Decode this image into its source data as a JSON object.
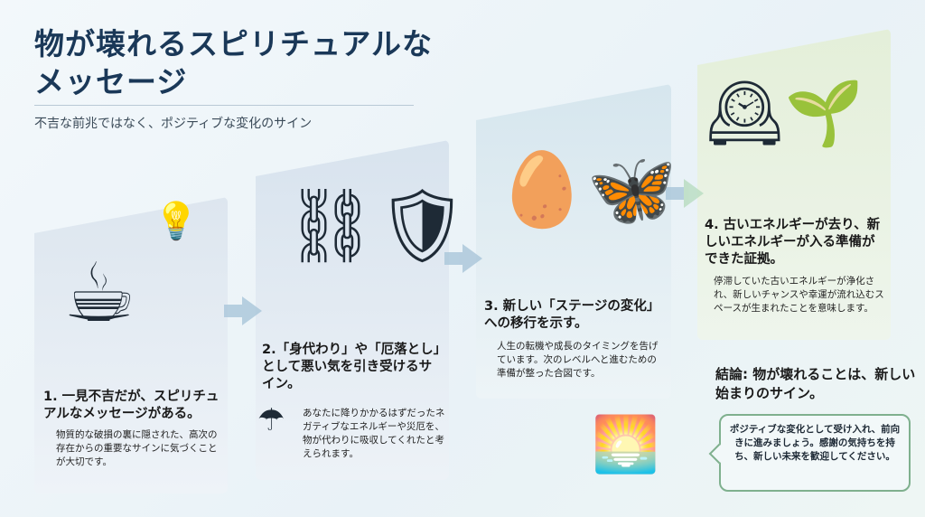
{
  "title_line1": "物が壊れるスピリチュアルな",
  "title_line2": "メッセージ",
  "subtitle": "不吉な前兆ではなく、ポジティブな変化のサイン",
  "steps": [
    {
      "heading": "1. 一見不吉だが、スピリチュアルなメッセージがある。",
      "body": "物質的な破損の裏に隠された、高次の存在からの重要なサインに気づくことが大切です。",
      "icon": "cracked-mug-icon"
    },
    {
      "heading": "2.「身代わり」や「厄落とし」として悪い気を引き受けるサイン。",
      "body": "あなたに降りかかるはずだったネガティブなエネルギーや災厄を、物が代わりに吸収してくれたと考えられます。",
      "icon": "broken-chain-shield-icon"
    },
    {
      "heading": "3. 新しい「ステージの変化」への移行を示す。",
      "body": "人生の転機や成長のタイミングを告げています。次のレベルへと進むための準備が整った合図です。",
      "icon": "cocoon-butterfly-icon"
    },
    {
      "heading": "4. 古いエネルギーが去り、新しいエネルギーが入る準備ができた証拠。",
      "body": "停滞していた古いエネルギーが浄化され、新しいチャンスや幸運が流れ込むスペースが生まれたことを意味します。",
      "icon": "clock-sprout-icon"
    }
  ],
  "conclusion": {
    "heading": "結論: 物が壊れることは、新しい始まりのサイン。",
    "body": "ポジティブな変化として受け入れ、前向きに進みましょう。感謝の気持ちを持ち、新しい未来を歓迎してください。"
  }
}
